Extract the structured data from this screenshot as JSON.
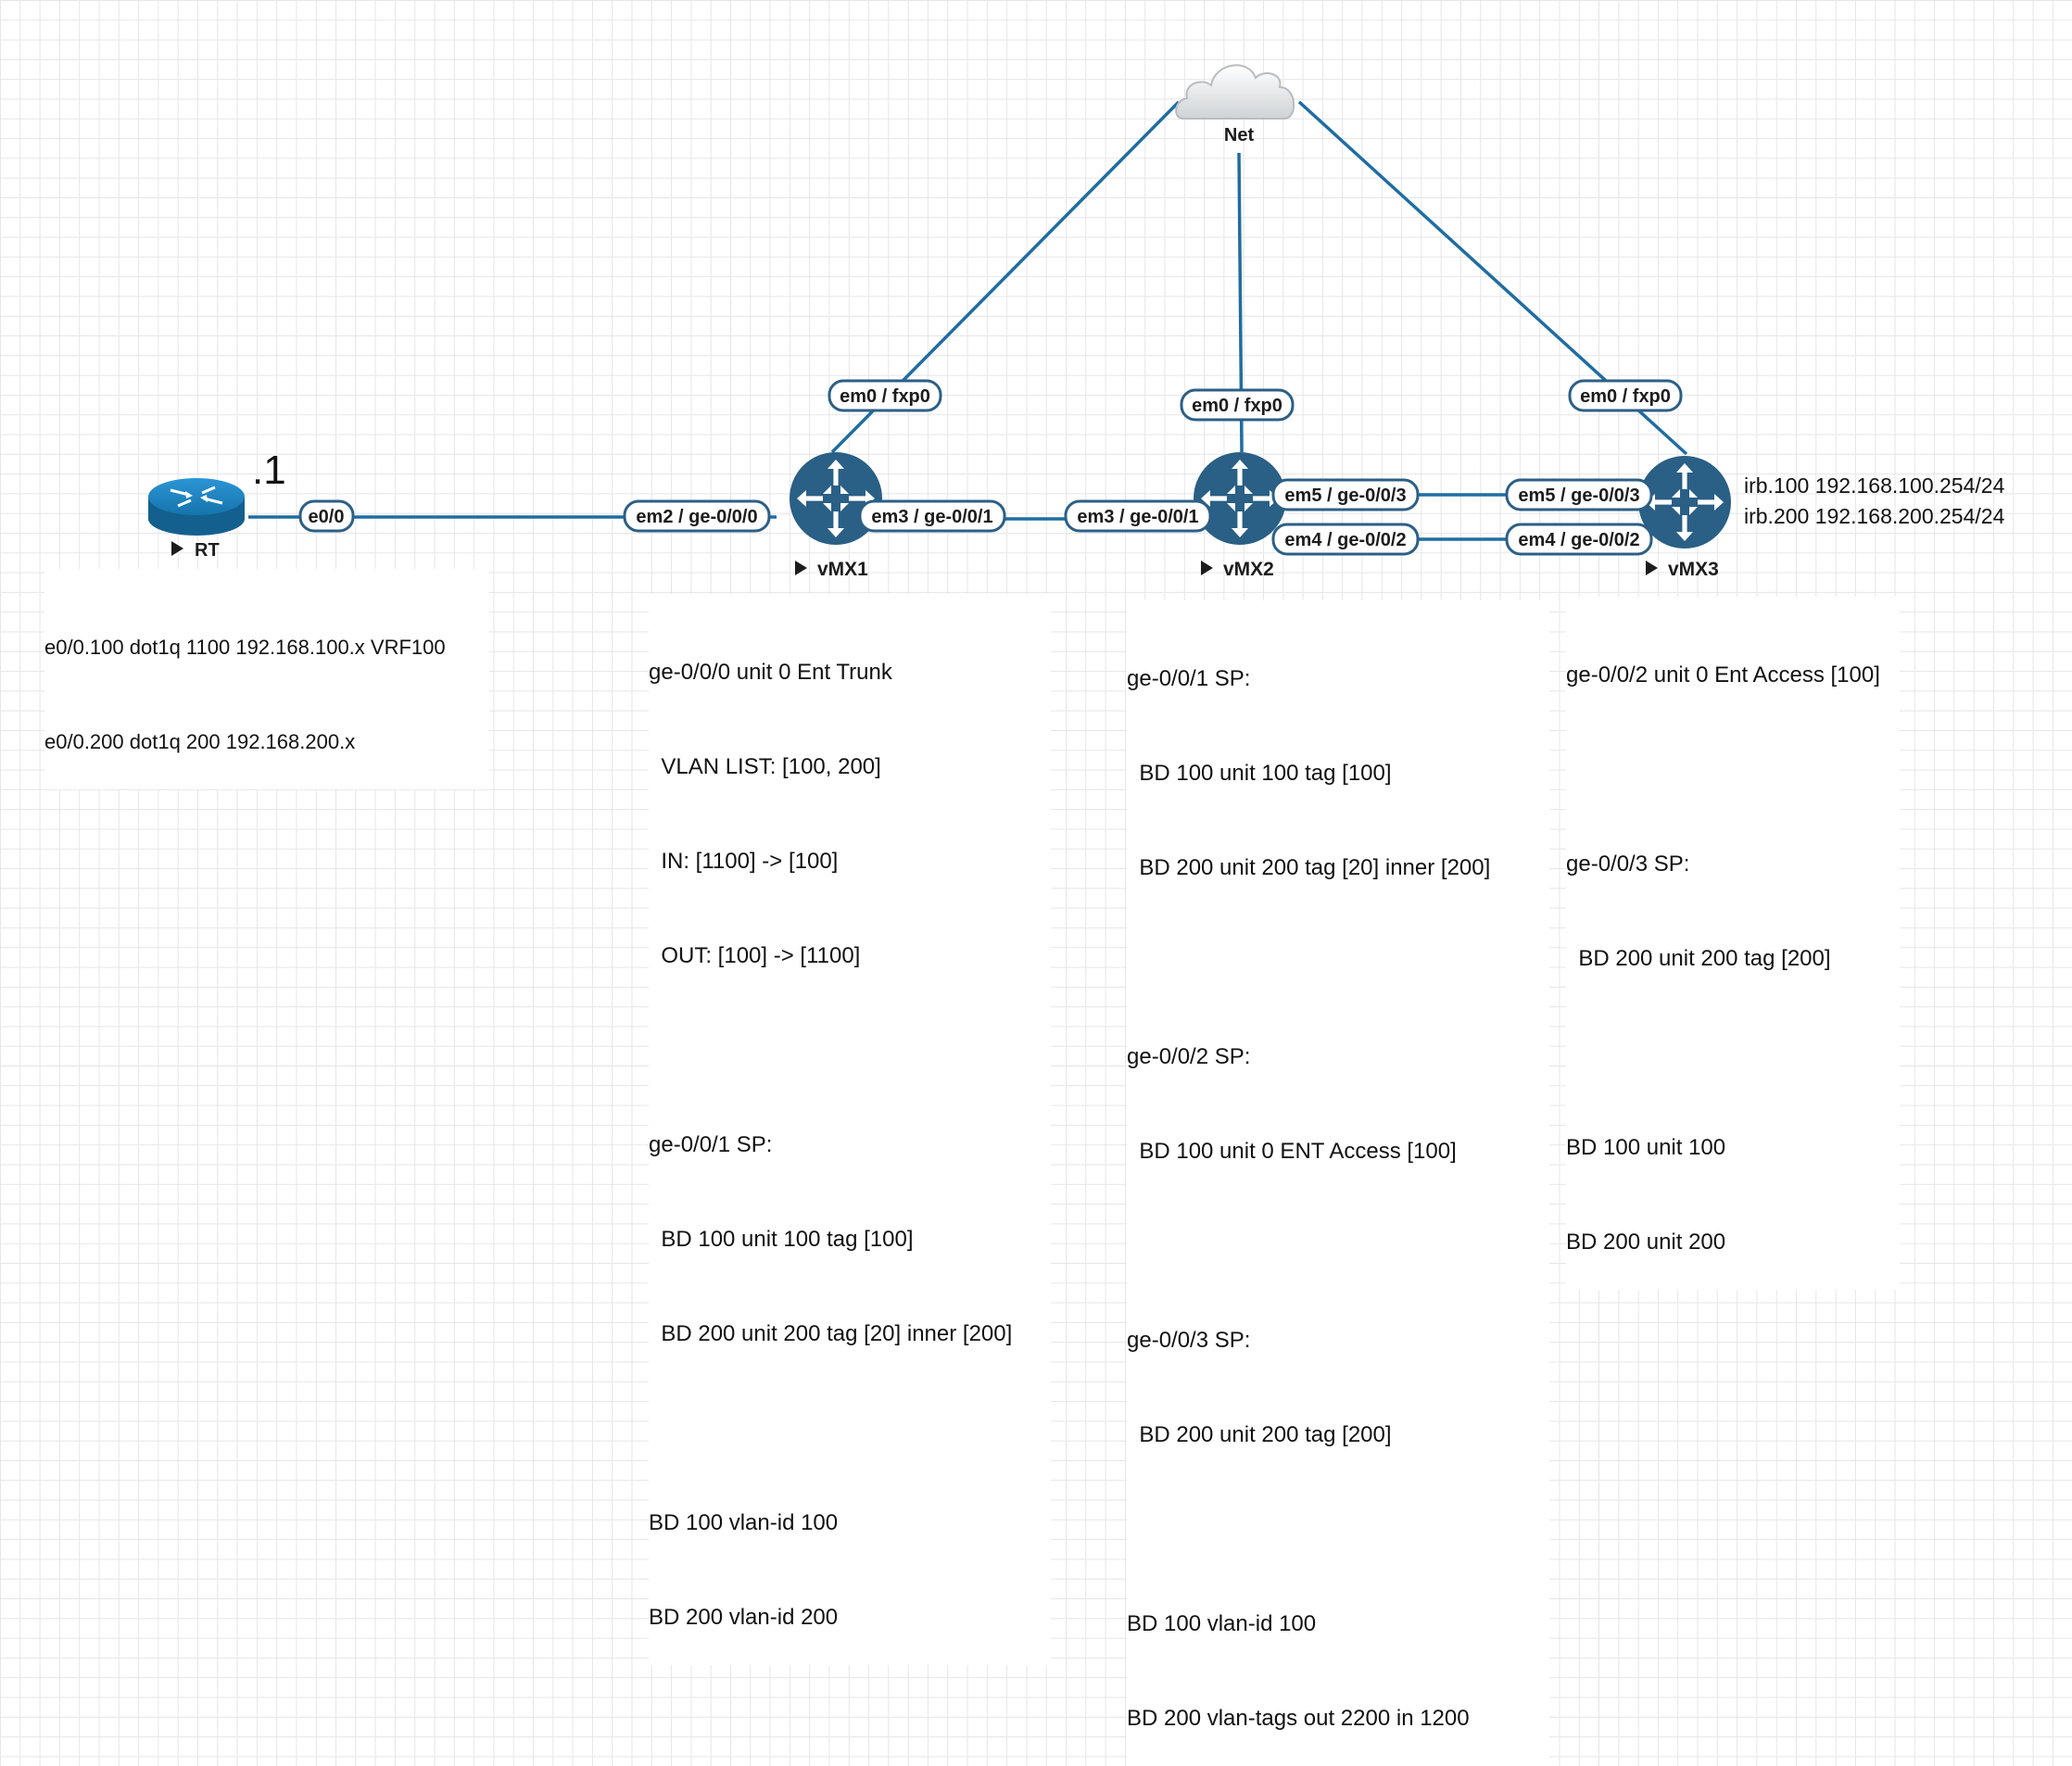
{
  "nodes": {
    "net": "Net",
    "rt": "RT",
    "vmx1": "vMX1",
    "vmx2": "vMX2",
    "vmx3": "vMX3"
  },
  "rt_host_suffix": ".1",
  "interfaces": {
    "rt_e0": "e0/0",
    "vmx1_em2": "em2 / ge-0/0/0",
    "vmx1_em3": "em3 / ge-0/0/1",
    "vmx1_em0": "em0 / fxp0",
    "vmx2_em3": "em3 / ge-0/0/1",
    "vmx2_em0": "em0 / fxp0",
    "vmx2_em5": "em5 / ge-0/0/3",
    "vmx2_em4": "em4 / ge-0/0/2",
    "vmx3_em5": "em5 / ge-0/0/3",
    "vmx3_em4": "em4 / ge-0/0/2",
    "vmx3_em0": "em0 / fxp0"
  },
  "irb": {
    "line1": "irb.100 192.168.100.254/24",
    "line2": "irb.200 192.168.200.254/24"
  },
  "notes": {
    "rt": [
      "e0/0.100 dot1q 1100 192.168.100.x VRF100",
      "e0/0.200 dot1q 200 192.168.200.x"
    ],
    "vmx1": [
      "ge-0/0/0 unit 0 Ent Trunk",
      "  VLAN LIST: [100, 200]",
      "  IN: [1100] -> [100]",
      "  OUT: [100] -> [1100]",
      "",
      "ge-0/0/1 SP:",
      "  BD 100 unit 100 tag [100]",
      "  BD 200 unit 200 tag [20] inner [200]",
      "",
      "BD 100 vlan-id 100",
      "BD 200 vlan-id 200"
    ],
    "vmx2": [
      "ge-0/0/1 SP:",
      "  BD 100 unit 100 tag [100]",
      "  BD 200 unit 200 tag [20] inner [200]",
      "",
      "ge-0/0/2 SP:",
      "  BD 100 unit 0 ENT Access [100]",
      "",
      "ge-0/0/3 SP:",
      "  BD 200 unit 200 tag [200]",
      "",
      "BD 100 vlan-id 100",
      "BD 200 vlan-tags out 2200 in 1200"
    ],
    "vmx3": [
      "ge-0/0/2 unit 0 Ent Access [100]",
      "",
      "ge-0/0/3 SP:",
      "  BD 200 unit 200 tag [200]",
      "",
      "BD 100 unit 100",
      "BD 200 unit 200"
    ]
  },
  "icons": [
    "cloud-icon",
    "router-icon",
    "juniper-router-icon",
    "play-triangle-icon"
  ],
  "colors": {
    "link": "#1f6da2",
    "router_fill": "#2a5f86",
    "cisco_router_fill": "#1a7bb4",
    "interface_border": "#2c5f86",
    "grid": "#e6e6e6"
  }
}
